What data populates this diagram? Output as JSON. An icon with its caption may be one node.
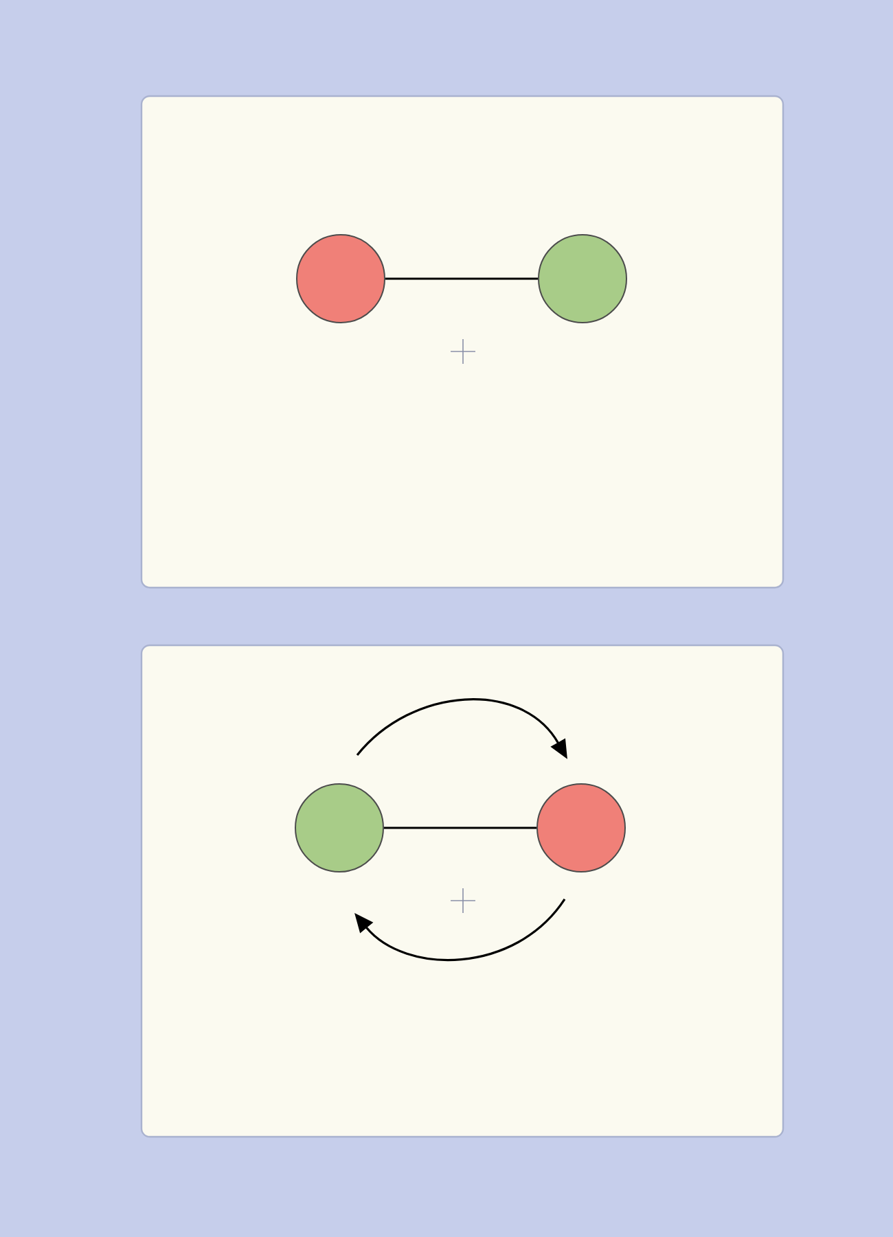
{
  "diagram": {
    "nodes": [
      {
        "text": [],
        "shape": "box"
      },
      {
        "text": [],
        "shape": "circle",
        "in": 0
      },
      {
        "text": [],
        "shape": "circle",
        "in": 0
      },
      {
        "text": [],
        "shape": "box"
      },
      {
        "text": [],
        "shape": "circle",
        "in": 3
      },
      {
        "text": [],
        "shape": "circle",
        "in": 3
      }
    ],
    "edges": [
      {
        "from": 1,
        "to": 2,
        "arrow": "none"
      },
      {
        "from": 4,
        "to": 5,
        "arrow": "none"
      }
    ]
  }
}
